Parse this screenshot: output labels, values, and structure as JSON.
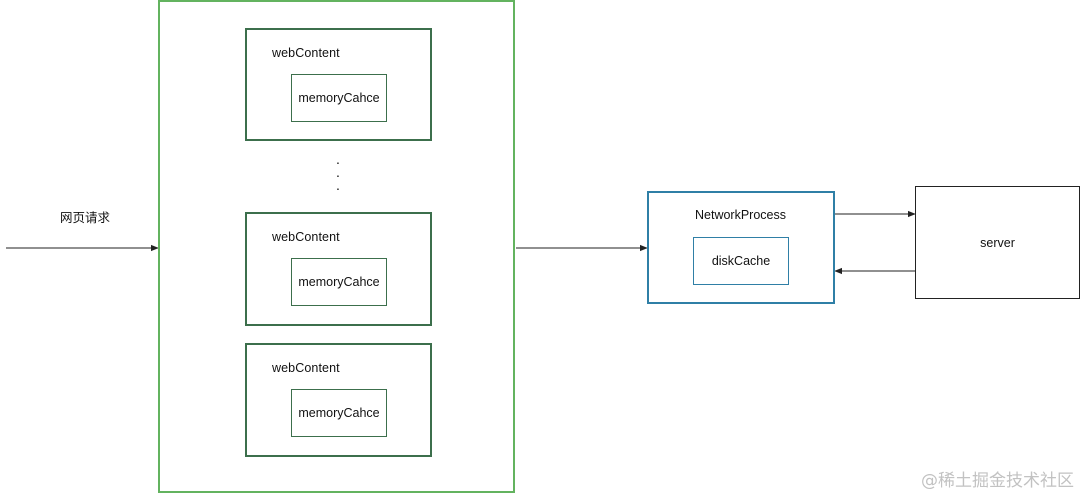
{
  "request_label": "网页请求",
  "web_contents": [
    {
      "label": "webContent",
      "inner_label": "memoryCahce"
    },
    {
      "label": "webContent",
      "inner_label": "memoryCahce"
    },
    {
      "label": "webContent",
      "inner_label": "memoryCahce"
    }
  ],
  "ellipsis": "·\n·\n·",
  "network_process": {
    "label": "NetworkProcess",
    "inner_label": "diskCache"
  },
  "server_label": "server",
  "watermark": "@稀土掘金技术社区"
}
